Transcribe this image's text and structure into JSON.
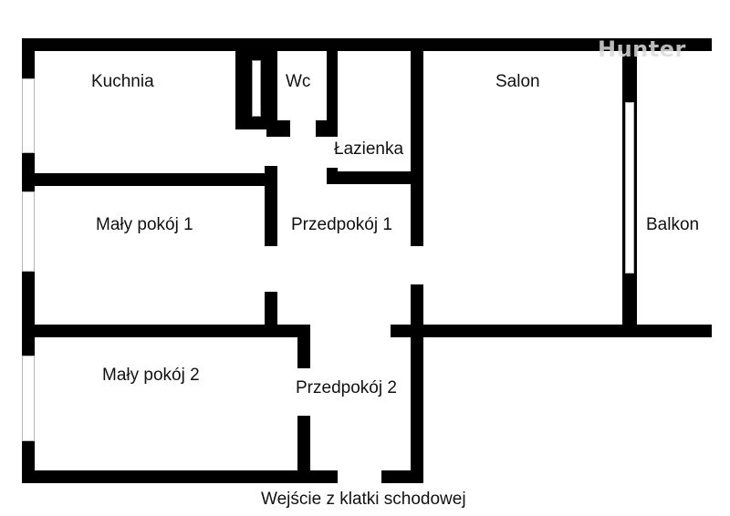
{
  "plan": {
    "rooms": {
      "kuchnia": "Kuchnia",
      "wc": "Wc",
      "lazienka": "Łazienka",
      "salon": "Salon",
      "balkon": "Balkon",
      "maly_pokoj_1": "Mały pokój 1",
      "przedpokoj_1": "Przedpokój 1",
      "maly_pokoj_2": "Mały pokój 2",
      "przedpokoj_2": "Przedpokój 2"
    },
    "entrance_label": "Wejście z klatki schodowej",
    "watermark": "Hunter",
    "colors": {
      "wall": "#000000",
      "background": "#ffffff",
      "window_frame": "#b5b5b5",
      "watermark": "#dcdcdc"
    }
  }
}
